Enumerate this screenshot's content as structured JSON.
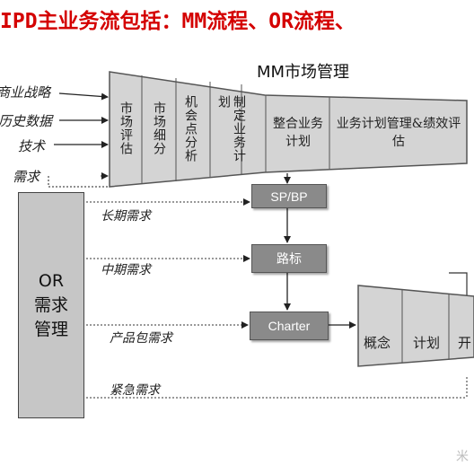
{
  "title": "IPD主业务流包括：MM流程、OR流程、",
  "inputs": [
    "商业战略",
    "历史数据",
    "技术",
    "需求"
  ],
  "mm": {
    "title": "MM市场管理",
    "steps_vertical": [
      "市场评估",
      "市场细分",
      "机会点分析",
      "制定业务计划"
    ],
    "steps_horizontal": [
      "整合业务计划",
      "业务计划管理&绩效评估"
    ]
  },
  "or_box": [
    "OR",
    "需求",
    "管理"
  ],
  "flow_boxes": [
    "SP/BP",
    "路标",
    "Charter"
  ],
  "demands": [
    "长期需求",
    "中期需求",
    "产品包需求",
    "紧急需求"
  ],
  "ipd_stages": [
    "概念",
    "计划",
    "开"
  ],
  "watermark": "米"
}
